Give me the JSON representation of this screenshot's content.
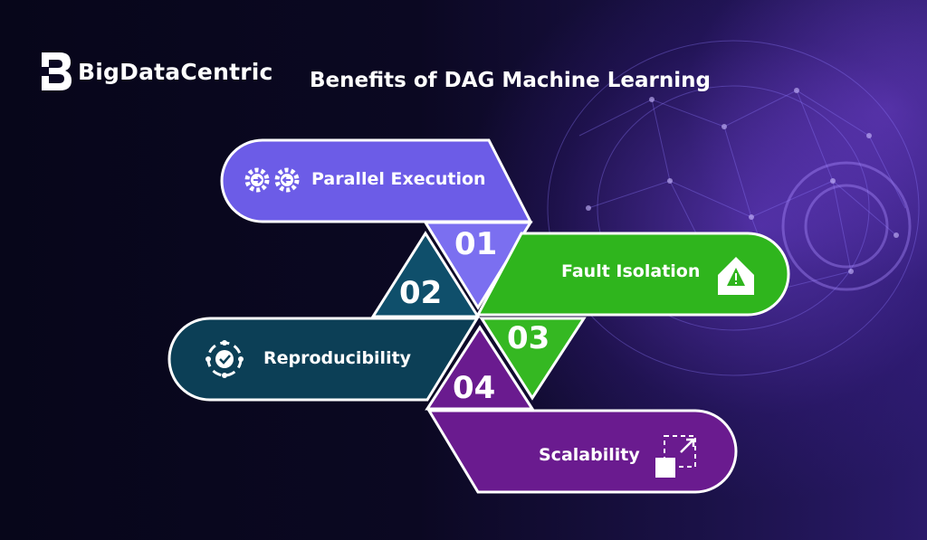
{
  "brand": {
    "name": "BigDataCentric"
  },
  "title": "Benefits of DAG Machine Learning",
  "benefits": [
    {
      "number": "01",
      "label": "Parallel Execution",
      "icon": "gears-icon",
      "color": "#6c5ce7"
    },
    {
      "number": "02",
      "label": "Reproducibility",
      "icon": "cycle-check-icon",
      "color": "#0c3f56"
    },
    {
      "number": "03",
      "label": "Fault Isolation",
      "icon": "warning-house-icon",
      "color": "#2fb51d"
    },
    {
      "number": "04",
      "label": "Scalability",
      "icon": "expand-icon",
      "color": "#6a1b8f"
    }
  ]
}
